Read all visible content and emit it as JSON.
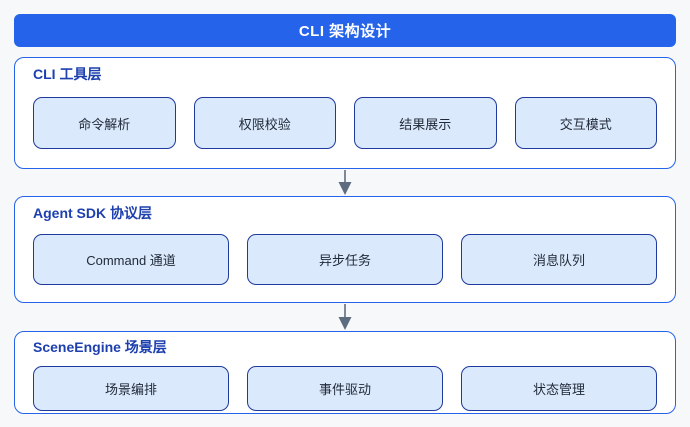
{
  "header": {
    "title": "CLI 架构设计"
  },
  "layers": [
    {
      "title": "CLI 工具层",
      "nodes": [
        {
          "label": "命令解析"
        },
        {
          "label": "权限校验"
        },
        {
          "label": "结果展示"
        },
        {
          "label": "交互模式"
        }
      ]
    },
    {
      "title": "Agent SDK 协议层",
      "nodes": [
        {
          "label": "Command 通道"
        },
        {
          "label": "异步任务"
        },
        {
          "label": "消息队列"
        }
      ]
    },
    {
      "title": "SceneEngine 场景层",
      "nodes": [
        {
          "label": "场景编排"
        },
        {
          "label": "事件驱动"
        },
        {
          "label": "状态管理"
        }
      ]
    }
  ],
  "icons": {
    "arrow_1": "down-arrow",
    "arrow_2": "down-arrow"
  },
  "colors": {
    "page_background": "#f7f8fa",
    "header_background": "#2563eb",
    "header_text": "#ffffff",
    "layer_background": "#ffffff",
    "layer_border": "#2563eb",
    "layer_title_text": "#1e40af",
    "node_background": "#dbe9fc",
    "node_border": "#1e3a9c",
    "node_text": "#1f2937",
    "arrow": "#5f6c80"
  }
}
